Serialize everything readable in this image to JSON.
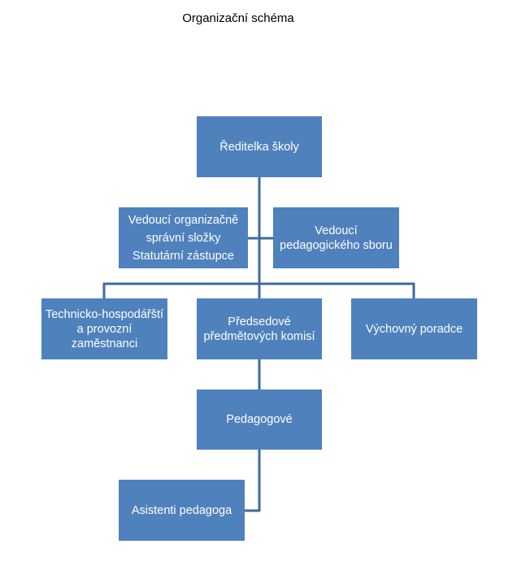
{
  "title": "Organizační schéma",
  "colors": {
    "box": "#4f81bd",
    "line": "#3f6b9a",
    "text": "#ffffff"
  },
  "nodes": {
    "director": {
      "label": "Ředitelka školy"
    },
    "admin_head": {
      "lines": [
        "Vedoucí organizačně",
        "správní složky",
        "Statutární zástupce"
      ]
    },
    "teaching_head": {
      "lines": [
        "Vedoucí",
        "pedagogického sboru"
      ]
    },
    "technical": {
      "lines": [
        "Technicko-hospodářští",
        "a provozní",
        "zaměstnanci"
      ]
    },
    "committees": {
      "lines": [
        "Předsedové",
        "předmětových komisí"
      ]
    },
    "counselor": {
      "label": "Výchovný poradce"
    },
    "teachers": {
      "label": "Pedagogové"
    },
    "assistants": {
      "label": "Asistenti pedagoga"
    }
  }
}
